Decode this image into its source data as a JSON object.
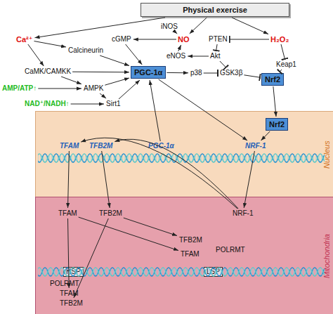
{
  "diagram": {
    "nodes": [
      {
        "text": [
          "Physical exercise"
        ]
      },
      {
        "text": [
          "iNOS"
        ]
      },
      {
        "text": [
          "Ca²⁺"
        ]
      },
      {
        "text": [
          "cGMP"
        ]
      },
      {
        "text": [
          "NO"
        ]
      },
      {
        "text": [
          "PTEN"
        ]
      },
      {
        "text": [
          "H₂O₂"
        ]
      },
      {
        "text": [
          "Calcineurin"
        ]
      },
      {
        "text": [
          "eNOS"
        ]
      },
      {
        "text": [
          "Akt"
        ]
      },
      {
        "text": [
          "Keap1"
        ]
      },
      {
        "text": [
          "CaMK/CAMKK"
        ]
      },
      {
        "text": [
          "PGC-1α"
        ]
      },
      {
        "text": [
          "p38"
        ]
      },
      {
        "text": [
          "GSK3β"
        ]
      },
      {
        "text": [
          "Nrf2"
        ]
      },
      {
        "text": [
          "AMP/ATP↑"
        ]
      },
      {
        "text": [
          "AMPK"
        ]
      },
      {
        "text": [
          "NAD⁺/NADH↑"
        ]
      },
      {
        "text": [
          "Sirt1"
        ]
      },
      {
        "text": [
          "Nucleus"
        ]
      },
      {
        "text": [
          "Nrf2"
        ],
        "in": 20
      },
      {
        "text": [
          "TFAM"
        ],
        "in": 20
      },
      {
        "text": [
          "TFB2M"
        ],
        "in": 20
      },
      {
        "text": [
          "PGC-1α"
        ],
        "in": 20
      },
      {
        "text": [
          "NRF-1"
        ],
        "in": 20
      },
      {
        "text": [
          "Mitochondria"
        ]
      },
      {
        "text": [
          "TFAM"
        ],
        "in": 26
      },
      {
        "text": [
          "TFB2M"
        ],
        "in": 26
      },
      {
        "text": [
          "NRF-1"
        ],
        "in": 26
      },
      {
        "text": [
          "TFB2M"
        ],
        "in": 26
      },
      {
        "text": [
          "POLRMT"
        ],
        "in": 26
      },
      {
        "text": [
          "TFAM"
        ],
        "in": 26
      },
      {
        "text": [
          "HSP"
        ],
        "in": 26
      },
      {
        "text": [
          "LSP"
        ],
        "in": 26
      },
      {
        "text": [
          "POLRMT"
        ],
        "in": 26
      },
      {
        "text": [
          "TFAM"
        ],
        "in": 26
      },
      {
        "text": [
          "TFB2M"
        ],
        "in": 26
      }
    ],
    "edges": [
      {
        "from": 0,
        "to": 2,
        "arrow": "to"
      },
      {
        "from": 0,
        "to": 4,
        "arrow": "to"
      },
      {
        "from": 0,
        "to": 6,
        "arrow": "to"
      },
      {
        "from": 1,
        "to": 4,
        "arrow": "to"
      },
      {
        "from": 2,
        "to": 7,
        "arrow": "to"
      },
      {
        "from": 2,
        "to": 11,
        "arrow": "to"
      },
      {
        "from": 4,
        "to": 3,
        "arrow": "to"
      },
      {
        "from": 8,
        "to": 4,
        "arrow": "to"
      },
      {
        "from": 9,
        "to": 8,
        "arrow": "to"
      },
      {
        "from": 5,
        "to": 9,
        "arrow": "to"
      },
      {
        "from": 6,
        "to": 5,
        "arrow": "to"
      },
      {
        "from": 6,
        "to": 10,
        "arrow": "to"
      },
      {
        "from": 10,
        "to": 15,
        "arrow": "to"
      },
      {
        "from": 9,
        "to": 14,
        "arrow": "to"
      },
      {
        "from": 12,
        "to": 13,
        "arrow": "to"
      },
      {
        "from": 13,
        "to": 14,
        "arrow": "to"
      },
      {
        "from": 14,
        "to": 15,
        "arrow": "to"
      },
      {
        "from": 3,
        "to": 12,
        "arrow": "to"
      },
      {
        "from": 7,
        "to": 12,
        "arrow": "to"
      },
      {
        "from": 11,
        "to": 12,
        "arrow": "to"
      },
      {
        "from": 11,
        "to": 17,
        "arrow": "to"
      },
      {
        "from": 16,
        "to": 17,
        "arrow": "to"
      },
      {
        "from": 17,
        "to": 12,
        "arrow": "to"
      },
      {
        "from": 17,
        "to": 19,
        "arrow": "to"
      },
      {
        "from": 18,
        "to": 19,
        "arrow": "to"
      },
      {
        "from": 19,
        "to": 12,
        "arrow": "to"
      },
      {
        "from": 12,
        "to": 25,
        "arrow": "to"
      },
      {
        "from": 15,
        "to": 21,
        "arrow": "to"
      },
      {
        "from": 21,
        "to": 25,
        "arrow": "to"
      },
      {
        "from": 24,
        "to": 12,
        "arrow": "to"
      },
      {
        "from": 25,
        "to": 29,
        "arrow": "to"
      },
      {
        "from": 29,
        "to": 22,
        "arrow": "to"
      },
      {
        "from": 29,
        "to": 23,
        "arrow": "to"
      },
      {
        "from": 22,
        "to": 27,
        "arrow": "to"
      },
      {
        "from": 23,
        "to": 28,
        "arrow": "to"
      },
      {
        "from": 27,
        "to": 32,
        "arrow": "to"
      },
      {
        "from": 27,
        "to": 36,
        "arrow": "to"
      },
      {
        "from": 28,
        "to": 30,
        "arrow": "to"
      },
      {
        "from": 28,
        "to": 37,
        "arrow": "to"
      }
    ]
  }
}
